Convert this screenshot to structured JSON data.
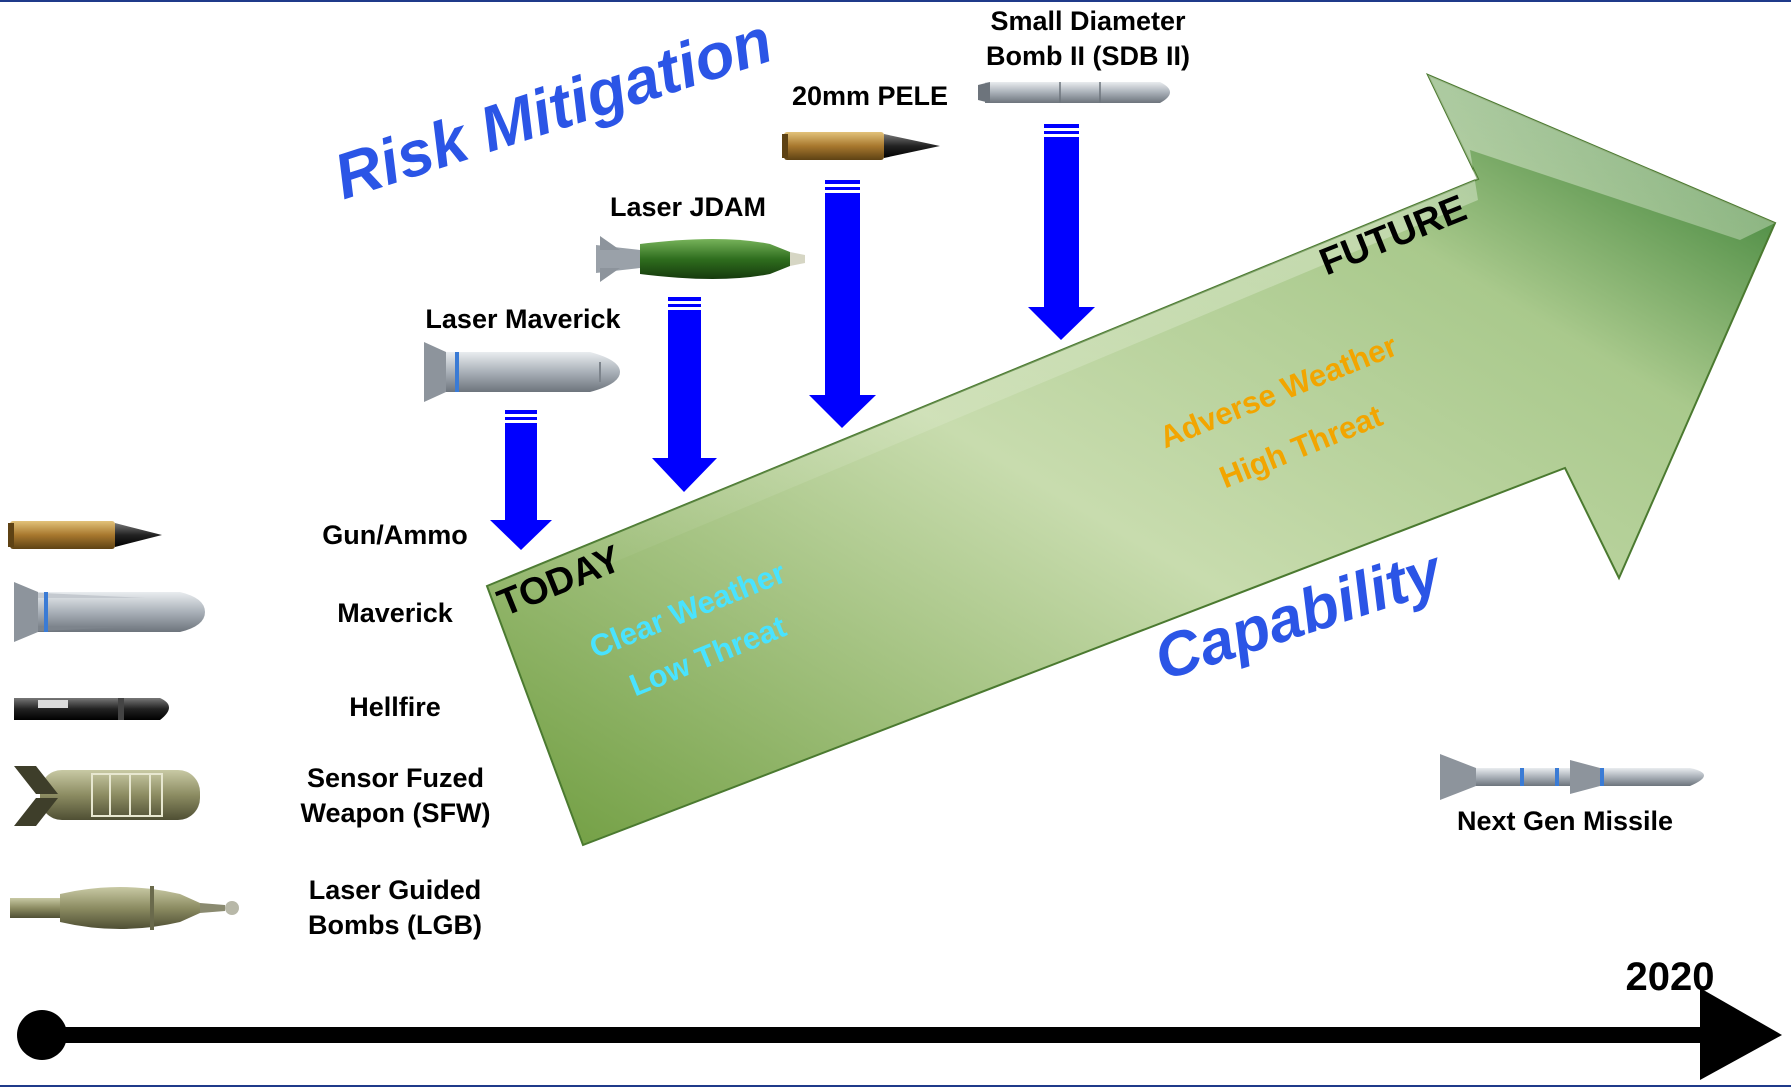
{
  "title": "Risk Mitigation",
  "capability": "Capability",
  "arrow": {
    "today": "TODAY",
    "future": "FUTURE",
    "today_conditions": [
      "Clear Weather",
      "Low Threat"
    ],
    "future_conditions": [
      "Adverse Weather",
      "High Threat"
    ]
  },
  "current_weapons": [
    {
      "label": "Gun/Ammo",
      "icon": "cartridge-icon"
    },
    {
      "label": "Maverick",
      "icon": "missile-icon"
    },
    {
      "label": "Hellfire",
      "icon": "missile-icon"
    },
    {
      "label": "Sensor Fuzed Weapon (SFW)",
      "icon": "canister-icon"
    },
    {
      "label": "Laser Guided Bombs (LGB)",
      "icon": "bomb-icon"
    }
  ],
  "upgrades": [
    {
      "label": "Laser Maverick",
      "icon": "missile-icon"
    },
    {
      "label": "Laser JDAM",
      "icon": "bomb-icon"
    },
    {
      "label": "20mm PELE",
      "icon": "cartridge-icon"
    },
    {
      "label": "Small Diameter Bomb II (SDB II)",
      "icon": "bomb-icon"
    }
  ],
  "future_weapon": {
    "label": "Next Gen Missile",
    "icon": "missile-icon"
  },
  "timeline": {
    "end_label": "2020"
  },
  "colors": {
    "rule": "#1f3a8a",
    "title_blue": "#2b55e6",
    "down_arrow": "#0000ff",
    "arrow_green_light": "#dfeccb",
    "arrow_green_dark": "#1f6e1f",
    "cyan_text": "#49e3ff",
    "orange_text": "#f2a500"
  }
}
